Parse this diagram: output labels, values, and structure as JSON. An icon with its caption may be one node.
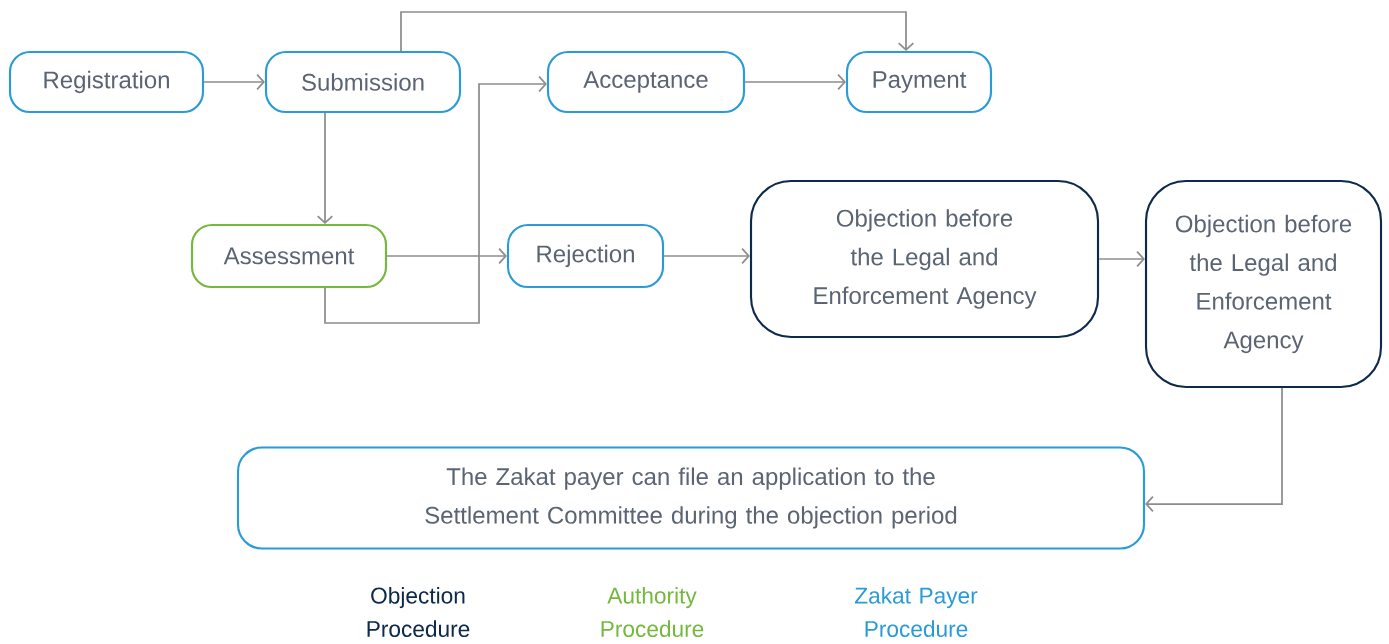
{
  "diagram": {
    "nodes": [
      {
        "text": [
          "Registration"
        ]
      },
      {
        "text": [
          "Submission"
        ]
      },
      {
        "text": [
          "Acceptance"
        ]
      },
      {
        "text": [
          "Payment"
        ]
      },
      {
        "text": [
          "Assessment"
        ]
      },
      {
        "text": [
          "Rejection"
        ]
      },
      {
        "text": [
          "Objection before the Legal and Enforcement Agency"
        ]
      },
      {
        "text": [
          "Objection before the Legal and Enforcement Agency"
        ]
      },
      {
        "text": [
          "The Zakat payer can file an application to the Settlement Committee during the objection period"
        ]
      }
    ],
    "edges": [
      {
        "from": 0,
        "to": 1,
        "arrow": "to"
      },
      {
        "from": 1,
        "to": 3,
        "arrow": "to"
      },
      {
        "from": 2,
        "to": 3,
        "arrow": "to"
      },
      {
        "from": 1,
        "to": 4,
        "arrow": "to"
      },
      {
        "from": 4,
        "to": 5,
        "arrow": "to"
      },
      {
        "from": 4,
        "to": 2,
        "arrow": "to"
      },
      {
        "from": 5,
        "to": 6,
        "arrow": "to"
      },
      {
        "from": 6,
        "to": 7,
        "arrow": "to"
      },
      {
        "from": 7,
        "to": 8,
        "arrow": "to"
      }
    ],
    "legend": [
      {
        "text": "Objection Procedure",
        "color": "#0d2a4a"
      },
      {
        "text": "Authority Procedure",
        "color": "#74b83d"
      },
      {
        "text": "Zakat Payer Procedure",
        "color": "#2a9bd8"
      }
    ]
  }
}
